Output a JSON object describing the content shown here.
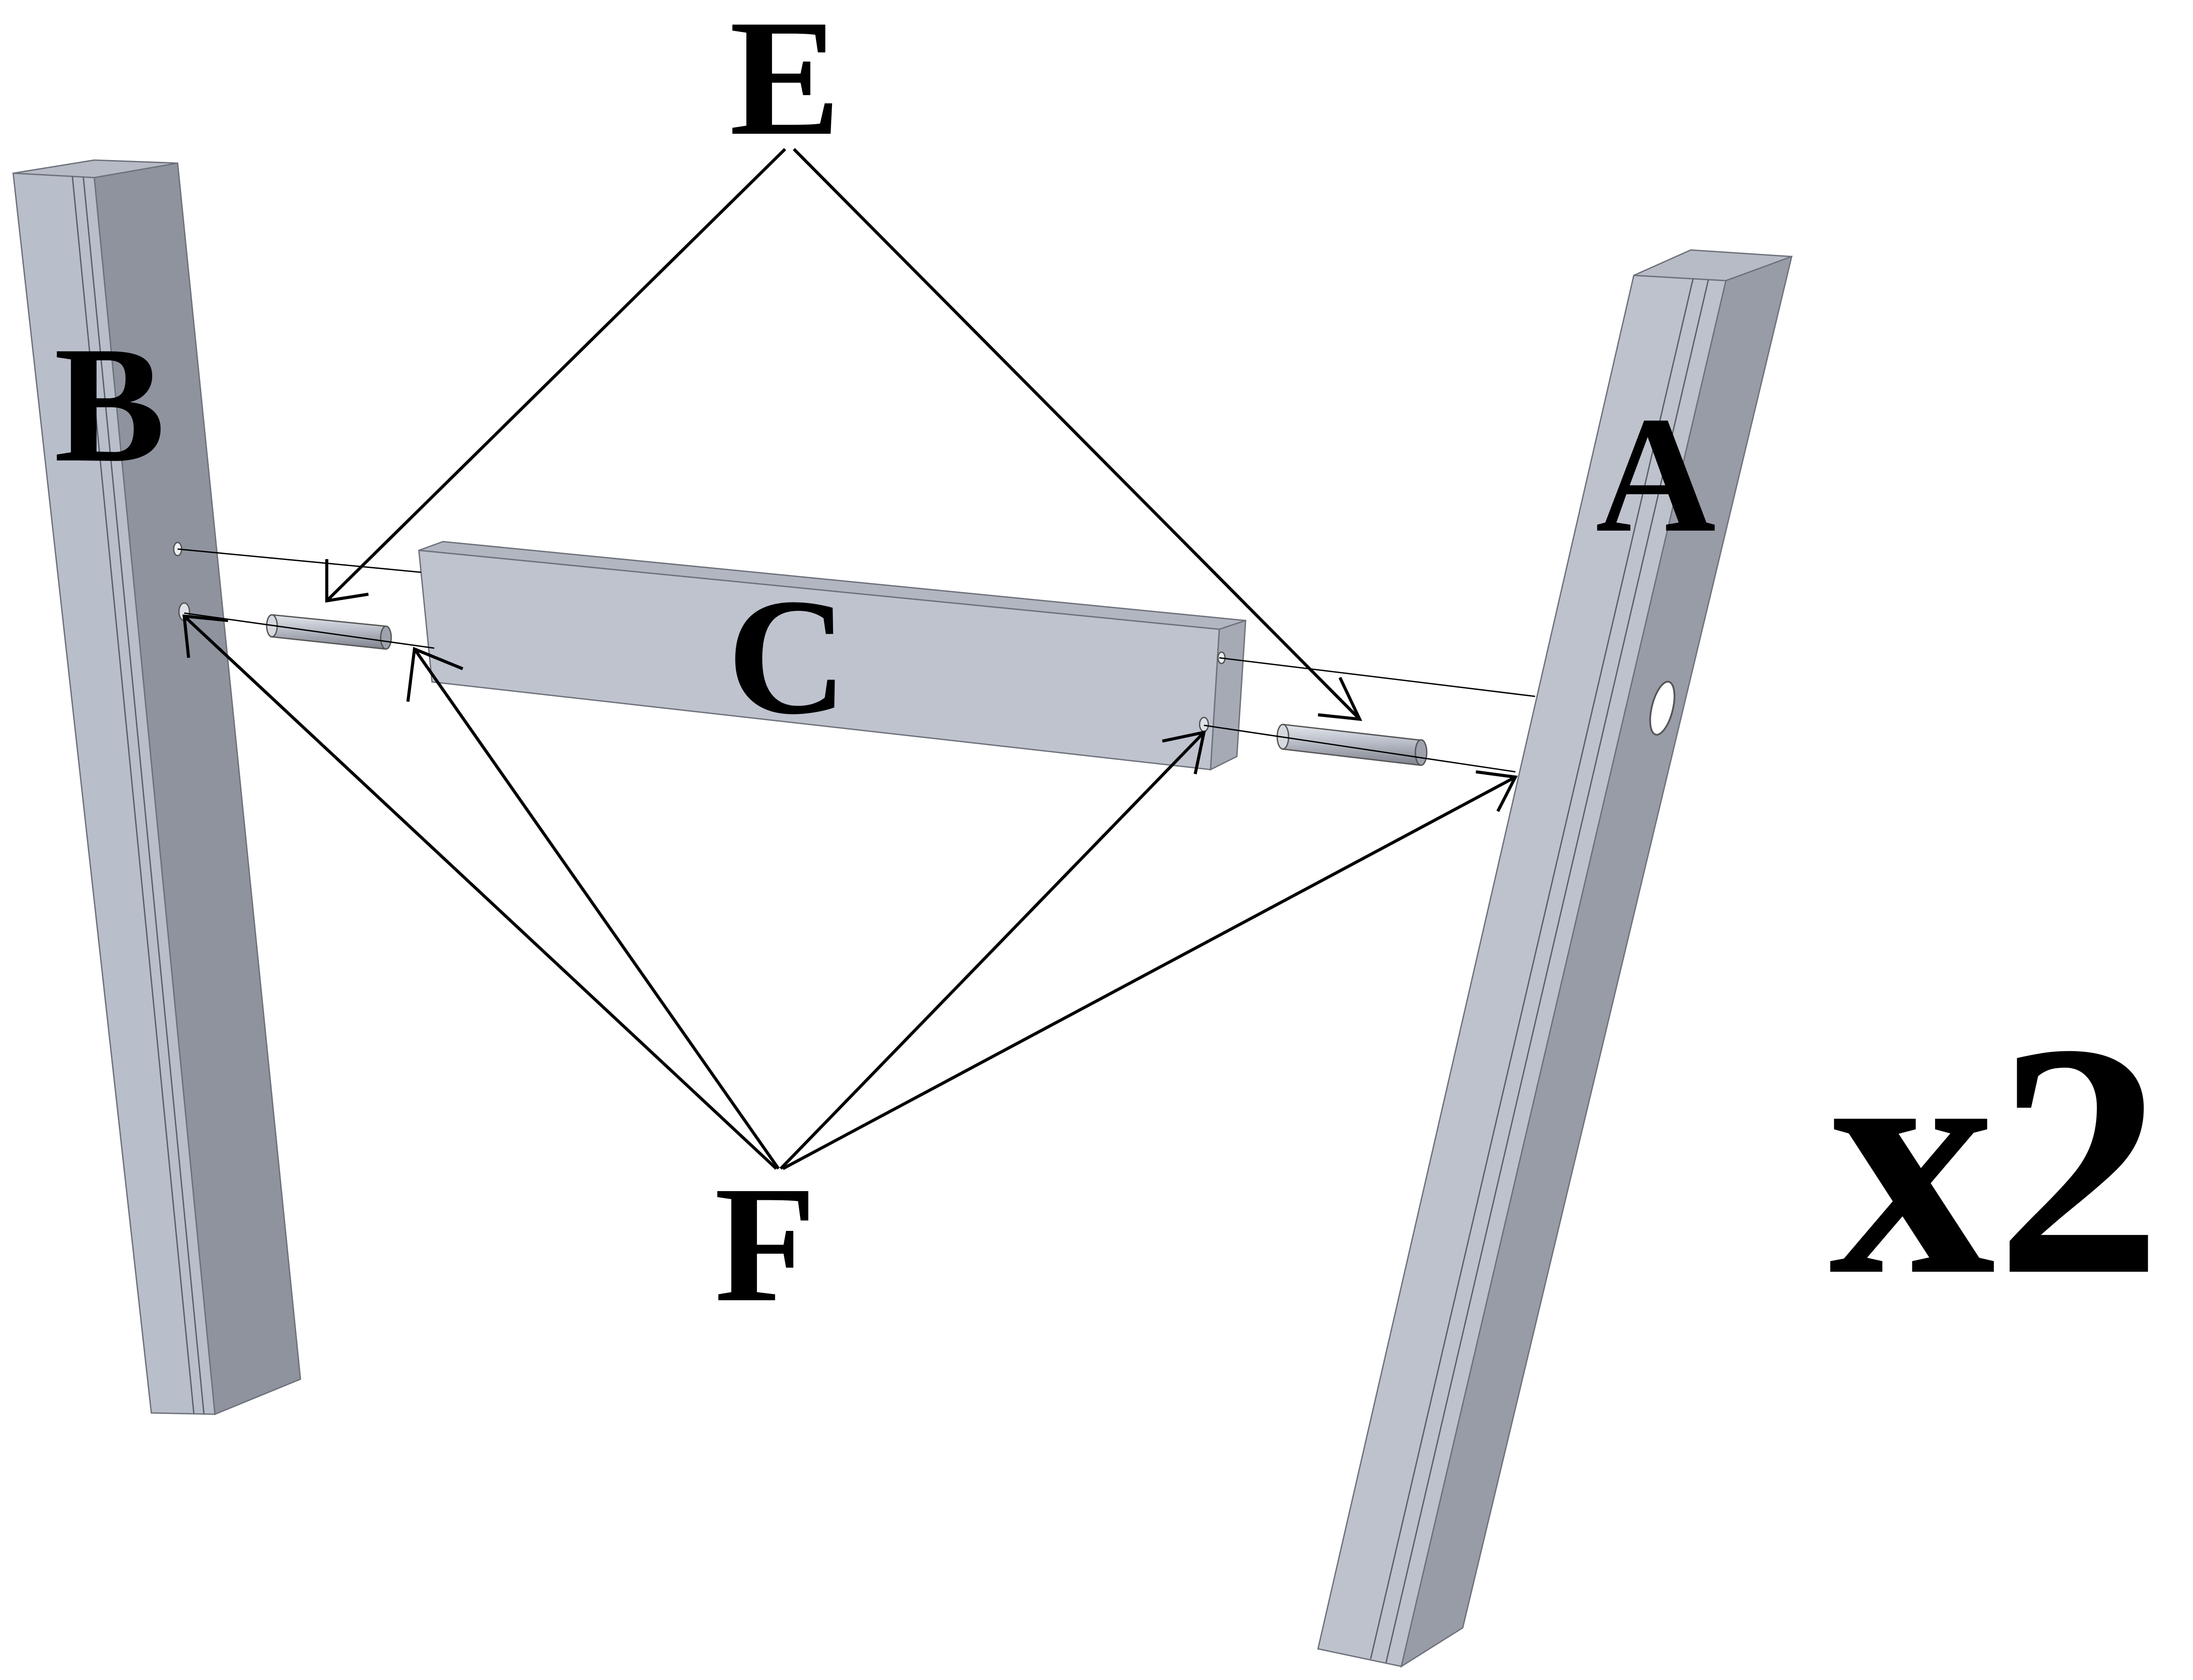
{
  "labels": {
    "part_a": "A",
    "part_b": "B",
    "part_c": "C",
    "fastener_e": "E",
    "fastener_f": "F",
    "quantity": "x2"
  },
  "colors": {
    "background": "#ffffff",
    "face_light": "#c3c8d3",
    "face_mid": "#a9aeba",
    "face_dark": "#8e939e",
    "top_face": "#b6bbc6",
    "line": "#000000"
  }
}
